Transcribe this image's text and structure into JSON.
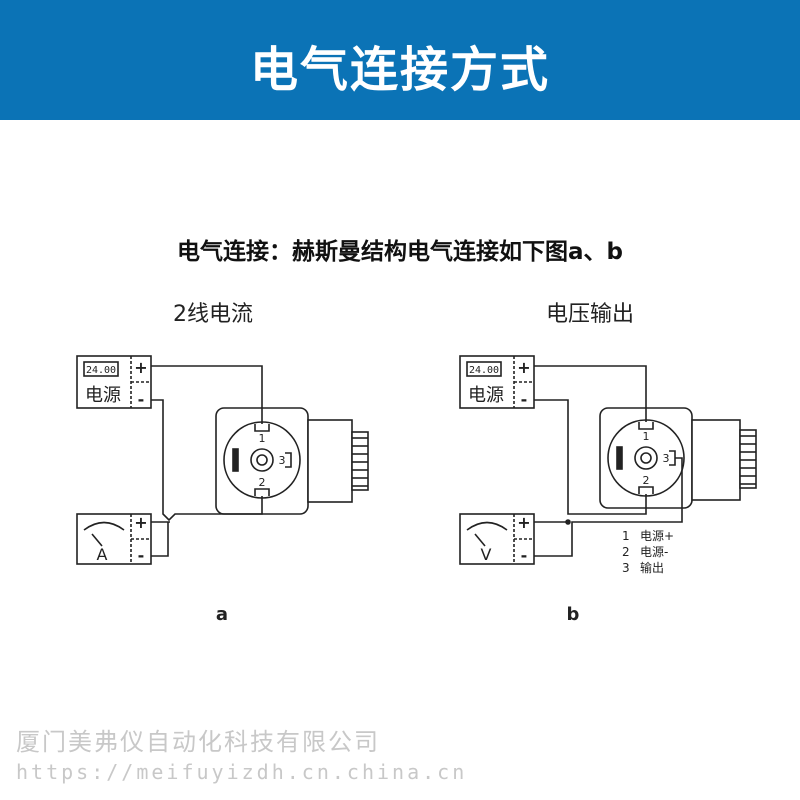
{
  "header": {
    "title": "电气连接方式"
  },
  "subtitle": "电气连接：赫斯曼结构电气连接如下图a、b",
  "diagram_a": {
    "title": "2线电流",
    "caption": "a",
    "power_display": "24.00",
    "power_label": "电源",
    "meter_label": "A",
    "plus": "+",
    "minus": "-"
  },
  "diagram_b": {
    "title": "电压输出",
    "caption": "b",
    "power_display": "24.00",
    "power_label": "电源",
    "meter_label": "V",
    "plus": "+",
    "minus": "-",
    "legend": [
      {
        "num": "1",
        "text": "电源+"
      },
      {
        "num": "2",
        "text": "电源-"
      },
      {
        "num": "3",
        "text": "输出"
      }
    ]
  },
  "connector_pins": [
    "1",
    "2",
    "3"
  ],
  "footer": {
    "company": "厦门美弗仪自动化科技有限公司",
    "url": "https://meifuyizdh.cn.china.cn"
  },
  "colors": {
    "header_bg": "#0b73b6",
    "line": "#222222",
    "footer_text": "#c8c8c8"
  }
}
